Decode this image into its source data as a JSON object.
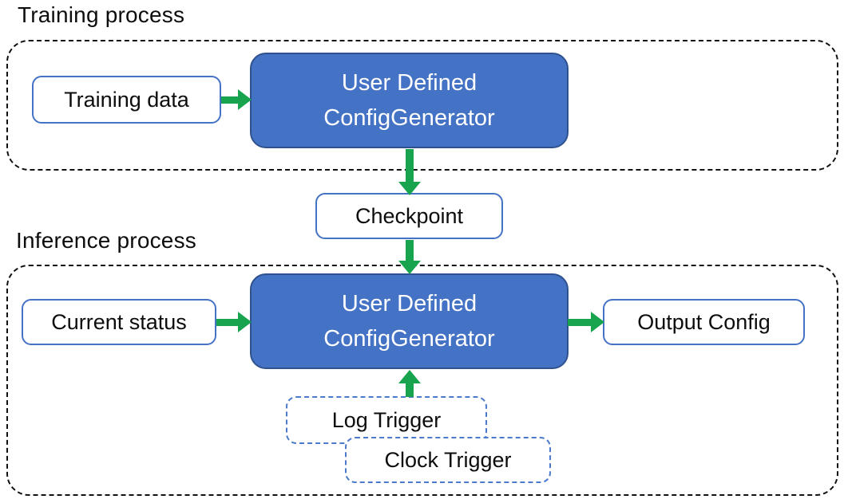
{
  "colors": {
    "generator_fill": "#4472c4",
    "generator_border": "#2f528f",
    "io_border": "#4472c4",
    "trigger_border": "#4b79cc",
    "arrow_green": "#18a44f",
    "region_dash": "#111111"
  },
  "training": {
    "title": "Training process",
    "input_label": "Training data",
    "generator_line1": "User Defined",
    "generator_line2": "ConfigGenerator"
  },
  "checkpoint": {
    "label": "Checkpoint"
  },
  "inference": {
    "title": "Inference process",
    "input_label": "Current status",
    "generator_line1": "User Defined",
    "generator_line2": "ConfigGenerator",
    "output_label": "Output Config",
    "triggers": [
      {
        "label": "Log Trigger"
      },
      {
        "label": "Clock Trigger"
      }
    ]
  }
}
